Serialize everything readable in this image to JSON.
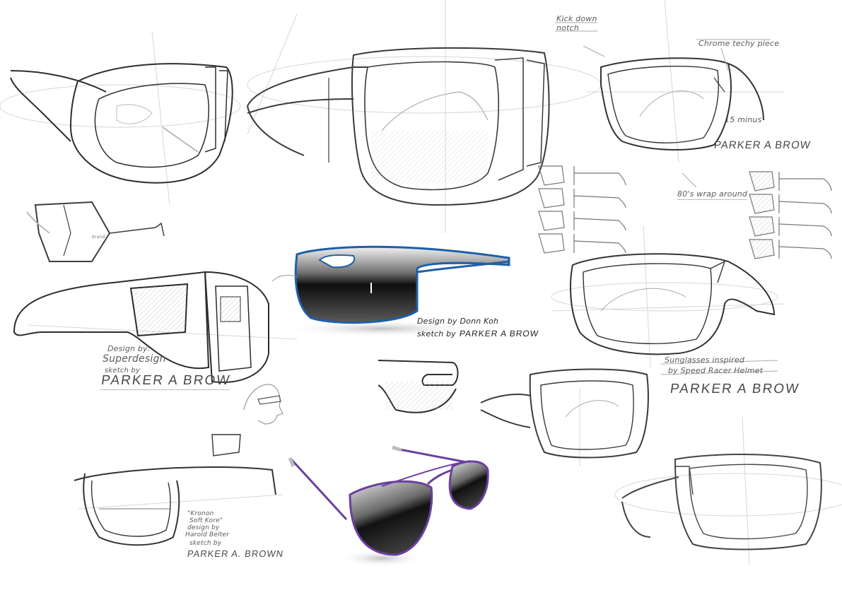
{
  "sheet": {
    "title": "Sunglasses concept sketch sheet",
    "background": "#ffffff",
    "line_color": "#3a3a3a",
    "accent_colors": {
      "blue_frame": "#1f5fa8",
      "purple_frame": "#6b3fa0",
      "lens_dark": "#111111"
    }
  },
  "annotations": {
    "kick_down": {
      "line1": "Kick down",
      "line2": "notch"
    },
    "chrome": "Chrome techy piece",
    "minutes": "15 minus",
    "signature_top_right": "PARKER A BROW",
    "wrap": "80's wrap around",
    "blue_render": {
      "line1": "Design by Donn Koh",
      "line2_prefix": "sketch by",
      "line2_sig": "PARKER A BROW"
    },
    "super": {
      "line1": "Design by:",
      "line2": "Superdesign",
      "line3": "sketch by",
      "sig": "PARKER A BROW"
    },
    "speed_racer": {
      "line1": "Sunglasses inspired",
      "line2": "by Speed Racer Helmet",
      "sig": "PARKER A BROW"
    },
    "kronon": {
      "line1": "\"Kronon",
      "line2": "Soft Kore\"",
      "line3": "design by",
      "line4": "Harold Belter",
      "line5": "sketch by",
      "sig": "PARKER A. BROWN"
    },
    "hex_brand": "brand"
  },
  "sketches": [
    {
      "id": "wrap-goggle-top-left",
      "style": "pencil"
    },
    {
      "id": "large-shield-top-center",
      "style": "pencil"
    },
    {
      "id": "shield-top-right",
      "style": "pencil"
    },
    {
      "id": "hexagon-frame",
      "style": "pencil"
    },
    {
      "id": "square-side-frame",
      "style": "pencil"
    },
    {
      "id": "blue-shield-render",
      "style": "color render"
    },
    {
      "id": "thumbnail-grid-left",
      "count": 8
    },
    {
      "id": "thumbnail-grid-right",
      "count": 8
    },
    {
      "id": "speed-racer-shield",
      "style": "pencil"
    },
    {
      "id": "profile-head",
      "style": "pencil"
    },
    {
      "id": "wrap-detail",
      "style": "pencil"
    },
    {
      "id": "mid-right-shield",
      "style": "pencil"
    },
    {
      "id": "kronon-frame",
      "style": "pencil"
    },
    {
      "id": "purple-aviator-render",
      "style": "color render"
    },
    {
      "id": "bottom-right-frame",
      "style": "pencil"
    }
  ]
}
